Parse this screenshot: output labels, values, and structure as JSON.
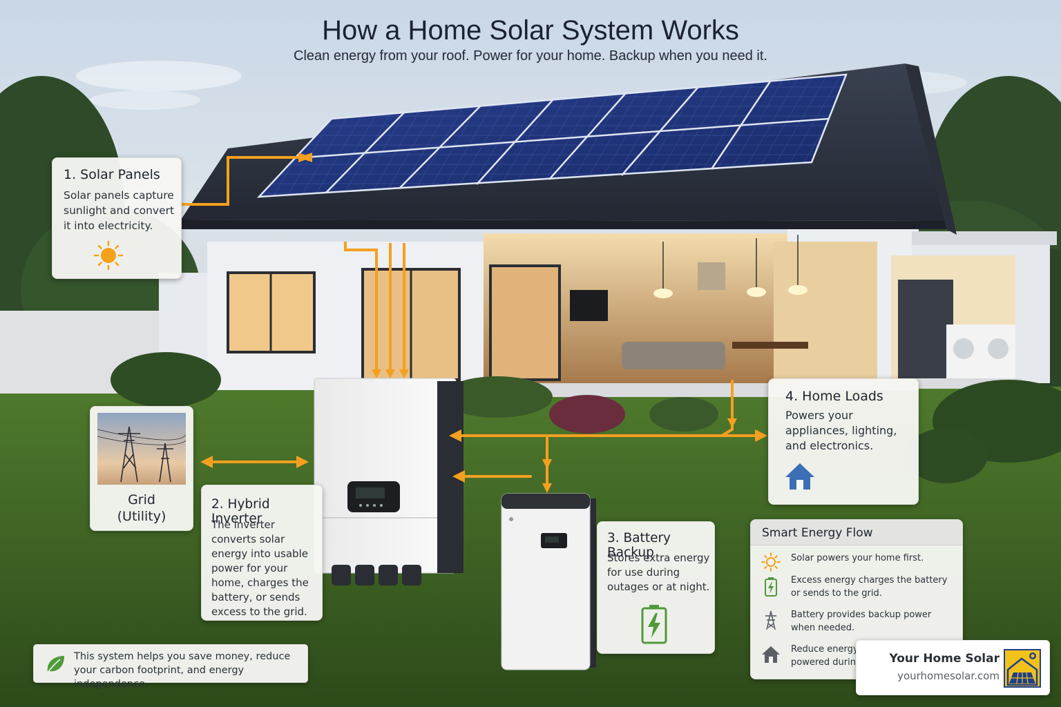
{
  "header": {
    "title": "How a Home Solar System Works",
    "subtitle": "Clean energy from your roof. Power for your home. Backup when you need it."
  },
  "steps": [
    {
      "title": "1. Solar Panels",
      "text": "Solar panels capture sunlight and convert it into electricity.",
      "icon": "sun-icon"
    },
    {
      "title": "2. Hybrid Inverter",
      "text": "The inverter converts solar energy into usable power for your home, charges the battery, or sends excess to the grid.",
      "icon": ""
    },
    {
      "title": "3. Battery Backup",
      "text": "Stores extra energy for use during outages or at night.",
      "icon": "battery-icon"
    },
    {
      "title": "4. Home Loads",
      "text": "Powers your appliances, lighting, and electronics.",
      "icon": "house-icon"
    }
  ],
  "grid": {
    "label_line1": "Grid",
    "label_line2": "(Utility)",
    "icon": "transmission-tower-image"
  },
  "smart_flow": {
    "title": "Smart Energy Flow",
    "items": [
      {
        "icon": "sun-icon",
        "text": "Solar powers your home first."
      },
      {
        "icon": "battery-charging-icon",
        "text": "Excess energy charges the battery or sends to the grid."
      },
      {
        "icon": "power-tower-icon",
        "text": "Battery provides backup power when needed."
      },
      {
        "icon": "house-icon",
        "text": "Reduce energy bills and stay powered during outages."
      }
    ]
  },
  "benefit": {
    "icon": "leaf-icon",
    "text": "This system helps you save money, reduce your carbon footprint, and energy independence."
  },
  "brand": {
    "name": "Your Home Solar",
    "url": "yourhomesolar.com",
    "icon": "solar-house-logo"
  },
  "colors": {
    "accent": "#f3a020",
    "sun": "#f4a21a",
    "house_icon": "#3a6fb5",
    "battery": "#4f9a3a",
    "leaf": "#4f9a3a",
    "brand_yellow": "#f2c21b",
    "brand_blue": "#1f3f8a"
  }
}
